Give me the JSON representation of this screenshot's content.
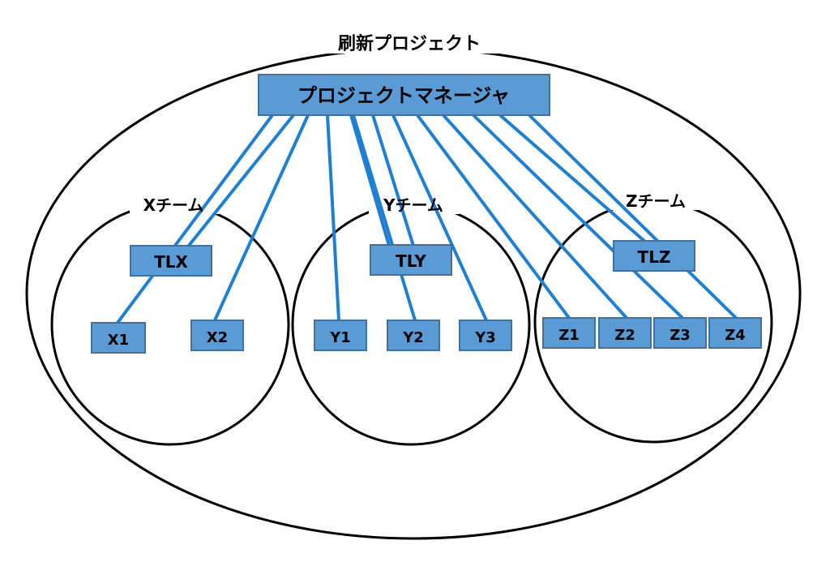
{
  "project": {
    "label": "刷新プロジェクト"
  },
  "manager": {
    "label": "プロジェクトマネージャ"
  },
  "teams": [
    {
      "label": "Xチーム",
      "leader": "TLX",
      "members": [
        "X1",
        "X2"
      ]
    },
    {
      "label": "Yチーム",
      "leader": "TLY",
      "members": [
        "Y1",
        "Y2",
        "Y3"
      ]
    },
    {
      "label": "Zチーム",
      "leader": "TLZ",
      "members": [
        "Z1",
        "Z2",
        "Z3",
        "Z4"
      ]
    }
  ],
  "connections_from_manager": [
    "TLX",
    "X1",
    "X2",
    "Y1",
    "TLY",
    "Y2",
    "Y3",
    "Z1",
    "Z2",
    "Z3",
    "TLZ",
    "Z4"
  ],
  "colors": {
    "box_fill": "#5b9bd5",
    "box_border": "#41719c",
    "line": "#1f7fd1",
    "outline": "#000000"
  }
}
